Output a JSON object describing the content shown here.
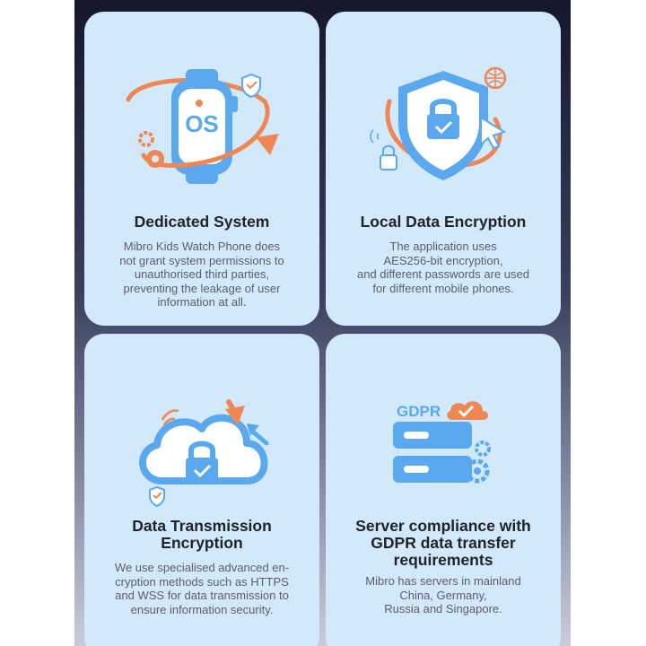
{
  "colors": {
    "card": "#d2e8fb",
    "blue": "#5aa9ef",
    "orange": "#ef8755",
    "text": "#20232b",
    "muted": "#5a5f6a"
  },
  "cards": [
    {
      "icon": "smartwatch-os-icon",
      "os_label": "OS",
      "title": "Dedicated System",
      "description": "Mibro Kids Watch Phone does\nnot grant system permissions to\nunauthorised third parties,\npreventing the leakage of user\ninformation at all."
    },
    {
      "icon": "shield-lock-icon",
      "title": "Local Data Encryption",
      "description": "The application uses\nAES256-bit encryption,\nand different passwords are used\nfor different mobile phones."
    },
    {
      "icon": "cloud-lock-icon",
      "title": "Data Transmission\nEncryption",
      "description": "We use specialised advanced en-\ncryption methods such as HTTPS\nand WSS for data transmission to\nensure information security."
    },
    {
      "icon": "gdpr-server-icon",
      "gdpr_label": "GDPR",
      "title": "Server compliance with\nGDPR data transfer\nrequirements",
      "description": "Mibro has servers in mainland\nChina, Germany,\nRussia and Singapore."
    }
  ]
}
